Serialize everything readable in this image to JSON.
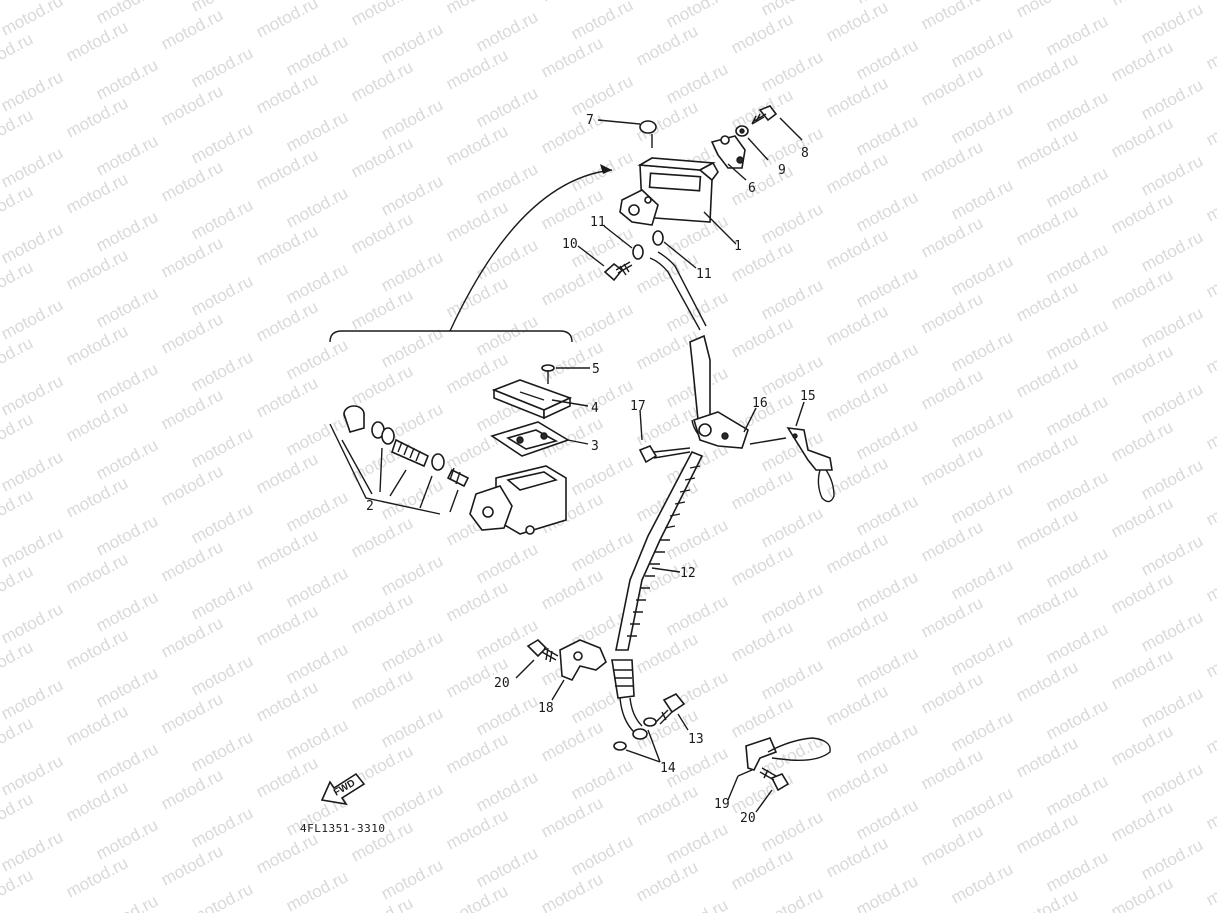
{
  "watermark": {
    "text": "motod.ru",
    "color": "#d9d9d9"
  },
  "diagram": {
    "code": "4FL1351-3310",
    "fwd_label": "FWD",
    "callouts": {
      "c1": "1",
      "c2": "2",
      "c3": "3",
      "c4": "4",
      "c5": "5",
      "c6": "6",
      "c7": "7",
      "c8": "8",
      "c9": "9",
      "c10": "10",
      "c11a": "11",
      "c11b": "11",
      "c12": "12",
      "c13": "13",
      "c14": "14",
      "c15": "15",
      "c16": "16",
      "c17": "17",
      "c18": "18",
      "c19": "19",
      "c20a": "20",
      "c20b": "20"
    }
  }
}
